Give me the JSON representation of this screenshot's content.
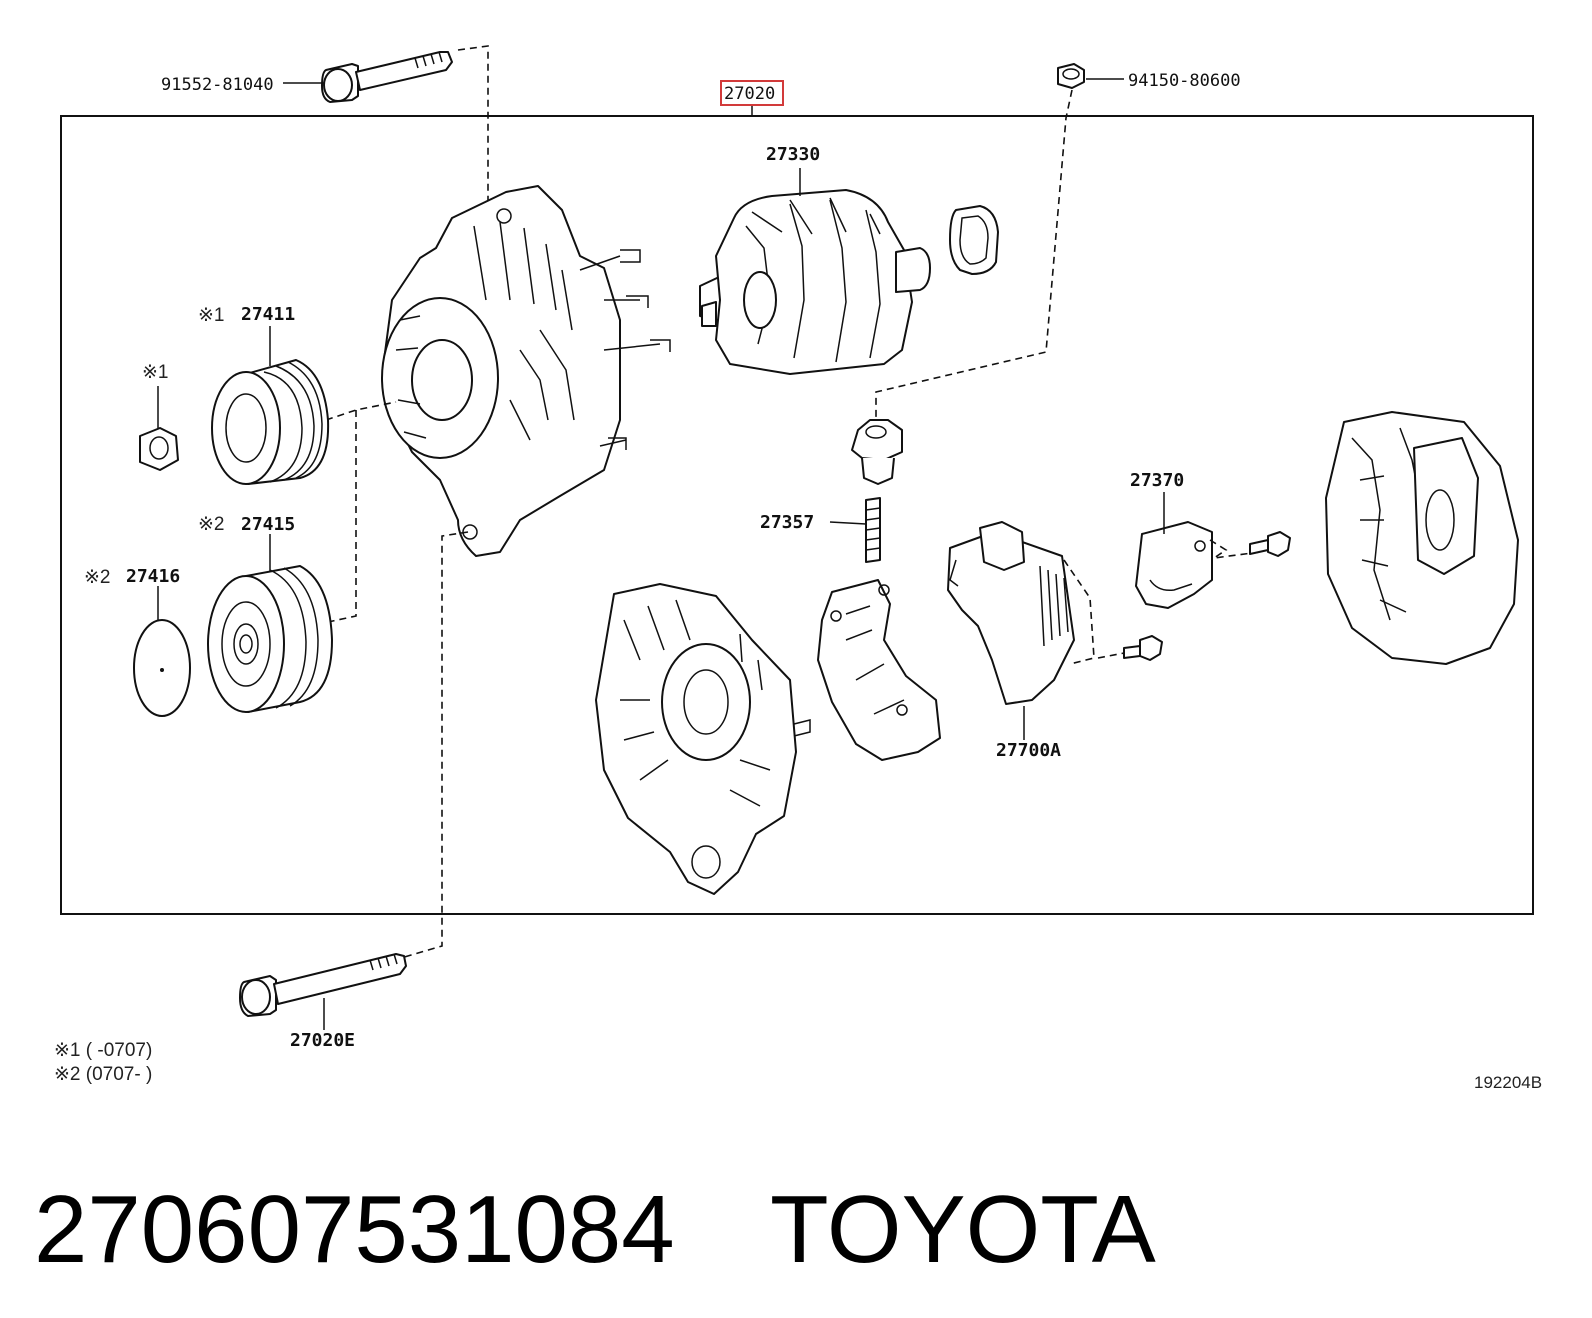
{
  "diagram": {
    "highlight_color": "#d23a3a",
    "labels": {
      "bolt_top": "91552-81040",
      "assembly": "27020",
      "nut_top": "94150-80600",
      "rotor": "27330",
      "pulley1": "27411",
      "pulley1_mark": "※1",
      "nut_left_mark": "※1",
      "pulley2": "27415",
      "pulley2_mark": "※2",
      "cap": "27416",
      "cap_mark": "※2",
      "brush_holder": "27357",
      "regulator": "27700A",
      "terminal": "27370",
      "bolt_bottom": "27020E"
    },
    "notes": [
      "※1 (    -0707)",
      "※2 (0707-    )"
    ],
    "ref_code": "192204B"
  },
  "footer": {
    "part_number": "27060753108​4",
    "brand": "TOYOTA"
  }
}
